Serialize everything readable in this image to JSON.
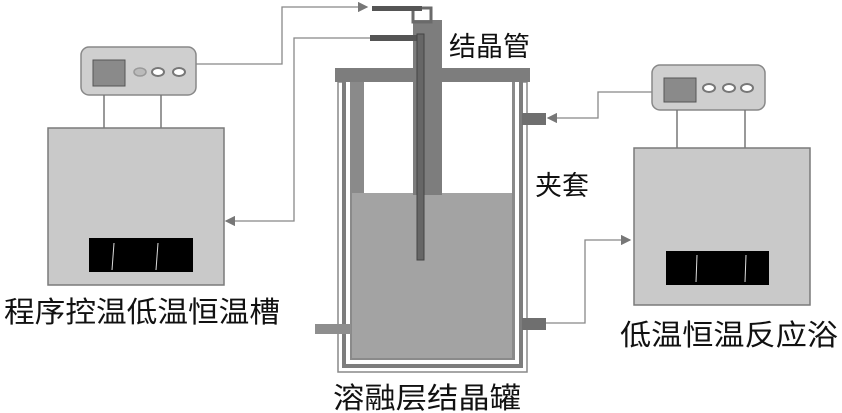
{
  "labels": {
    "crystallization_tube": "结晶管",
    "jacket": "夹套",
    "left_bath": "程序控温低温恒温槽",
    "right_bath": "低温恒温反应浴",
    "vessel": "溶融层结晶罐"
  },
  "colors": {
    "device_fill": "#c9c9c9",
    "device_stroke": "#7a7a7a",
    "vessel_wall": "#7d7d7d",
    "liquid": "#a3a3a3",
    "line": "#808080",
    "display": "#000000"
  }
}
